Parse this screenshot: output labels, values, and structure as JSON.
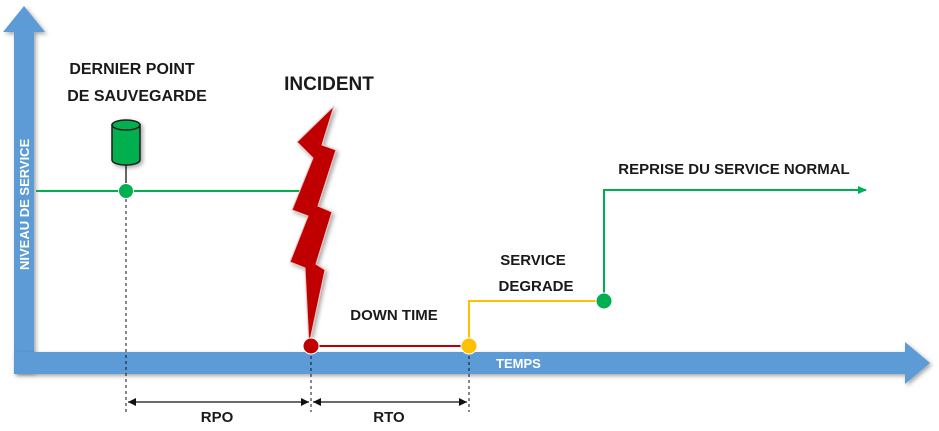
{
  "labels": {
    "backup_line1": "DERNIER POINT",
    "backup_line2": "DE SAUVEGARDE",
    "incident": "INCIDENT",
    "y_axis": "NIVEAU DE SERVICE",
    "x_axis": "TEMPS",
    "down_time": "DOWN TIME",
    "degraded_line1": "SERVICE",
    "degraded_line2": "DEGRADE",
    "resume": "REPRISE DU SERVICE NORMAL",
    "rpo": "RPO",
    "rto": "RTO"
  },
  "colors": {
    "axis": "#5b9bd5",
    "normal_service": "#00b050",
    "down_time": "#c00000",
    "degraded": "#ffc000",
    "lightning": "#c00000",
    "database": "#00b050"
  },
  "icons": {
    "database": "database-icon",
    "lightning": "lightning-bolt-icon"
  }
}
